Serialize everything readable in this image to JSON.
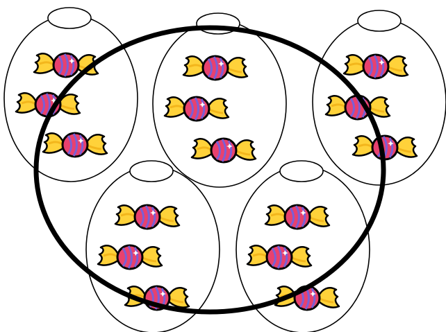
{
  "colors": {
    "candy_body": "#e8416e",
    "candy_stripe": "#7b5fd6",
    "wrapper_fill": "#ffd23a",
    "wrapper_shade": "#f3b61c",
    "outline": "#000000",
    "jar_stroke": "#000000",
    "enclosing_loop": "#000000",
    "background": "#ffffff"
  },
  "jars": [
    {
      "id": "jar-top-left",
      "candies": 3
    },
    {
      "id": "jar-top-middle",
      "candies": 3
    },
    {
      "id": "jar-top-right",
      "candies": 3
    },
    {
      "id": "jar-bottom-left",
      "candies": 3
    },
    {
      "id": "jar-bottom-right",
      "candies": 3
    }
  ],
  "enclosing_loop": {
    "shape": "ellipse",
    "jars_enclosed": 5
  },
  "icons": {
    "candy": "wrapped-candy-icon"
  }
}
